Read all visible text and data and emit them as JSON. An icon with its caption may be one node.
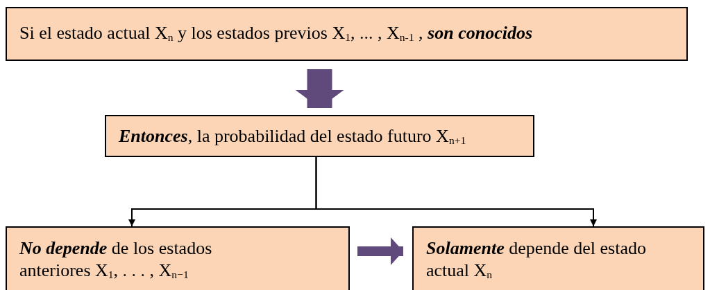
{
  "diagram": {
    "nodes": [
      {
        "text": [
          "Si el estado actual X$_{n}$ y los estados previos X$_{1}$, ... , X$_{n-1}$ , **son conocidos**"
        ]
      },
      {
        "text": [
          "**Entonces**, la probabilidad del estado futuro X$_{n+1}$"
        ]
      },
      {
        "text": [
          "**No depende** de los estados anteriores  X$_{1}$, . . . , X$_{n−1}$"
        ]
      },
      {
        "text": [
          "**Solamente** depende del estado actual X$_{n}$"
        ]
      }
    ],
    "edges": [
      {
        "from": 0,
        "to": 1,
        "arrow": "to",
        "style": "thick",
        "color": "#604a7b"
      },
      {
        "from": 1,
        "to": 2,
        "arrow": "to",
        "color": "#000000"
      },
      {
        "from": 1,
        "to": 3,
        "arrow": "to",
        "color": "#000000"
      },
      {
        "from": 2,
        "to": 3,
        "arrow": "to",
        "style": "thick",
        "color": "#604a7b"
      }
    ]
  }
}
